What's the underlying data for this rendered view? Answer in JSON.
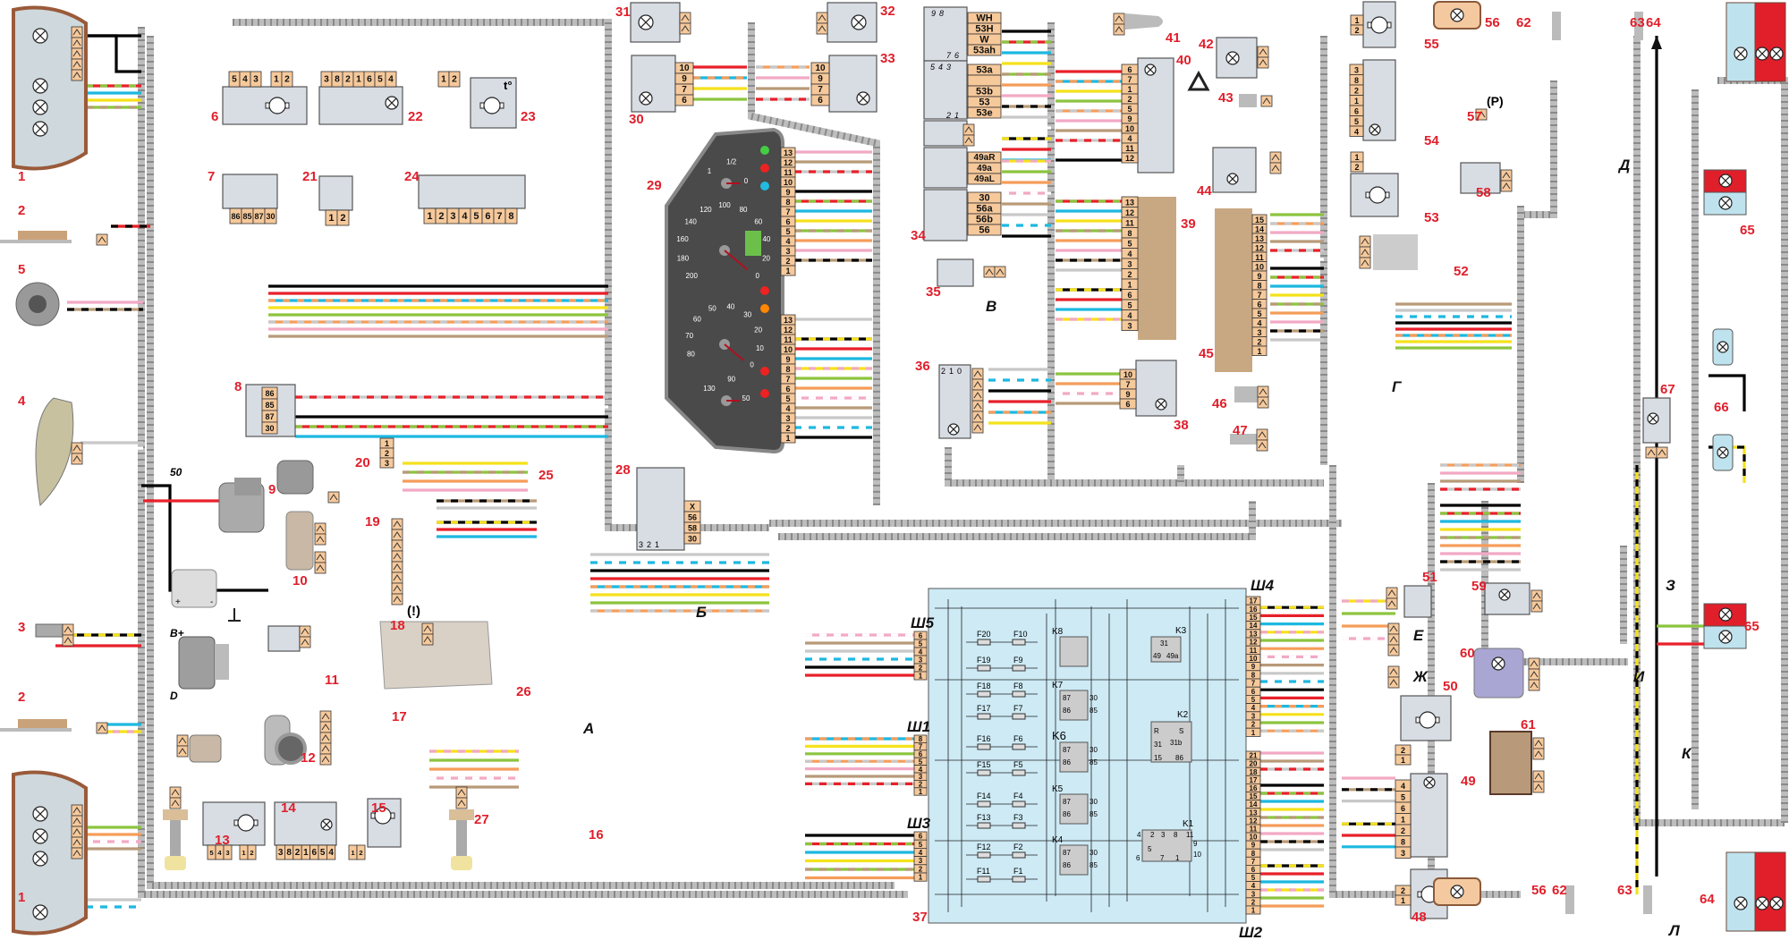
{
  "callouts": [
    "1",
    "2",
    "5",
    "4",
    "3",
    "2",
    "1",
    "6",
    "22",
    "23",
    "7",
    "21",
    "24",
    "8",
    "9",
    "10",
    "11",
    "12",
    "13",
    "14",
    "15",
    "27",
    "16",
    "17",
    "18",
    "19",
    "20",
    "25",
    "26",
    "28",
    "29",
    "30",
    "31",
    "32",
    "33",
    "34",
    "35",
    "36",
    "37",
    "38",
    "39",
    "40",
    "41",
    "42",
    "43",
    "44",
    "45",
    "46",
    "47",
    "48",
    "49",
    "50",
    "51",
    "52",
    "53",
    "54",
    "55",
    "56",
    "56",
    "57",
    "58",
    "59",
    "60",
    "61",
    "62",
    "62",
    "63",
    "63",
    "64",
    "64",
    "65",
    "65",
    "66",
    "67"
  ],
  "letters": [
    "А",
    "Б",
    "В",
    "Г",
    "Д",
    "Е",
    "Ж",
    "З",
    "И",
    "К",
    "Л"
  ],
  "terminal_labels": {
    "starter_50": "50",
    "generator_bplus": "B+",
    "generator_d": "D",
    "regulator_plus": "+",
    "regulator_minus": "-",
    "thermo": "t°",
    "parking_brake": "(P)",
    "brake_fluid": "(!)"
  },
  "connectors": {
    "c6a": [
      "5",
      "4",
      "3"
    ],
    "c6b": [
      "1",
      "2"
    ],
    "c22": [
      "3",
      "8",
      "2",
      "1",
      "6",
      "5",
      "4"
    ],
    "c23": [
      "1",
      "2"
    ],
    "c7": [
      "86",
      "85",
      "87",
      "30"
    ],
    "c21": [
      "1",
      "2"
    ],
    "c24": [
      "1",
      "2",
      "3",
      "4",
      "5",
      "6",
      "7",
      "8"
    ],
    "c8": [
      "86",
      "85",
      "87",
      "30"
    ],
    "c25": [
      "1",
      "2",
      "3"
    ],
    "c14a": [
      "5",
      "4",
      "3"
    ],
    "c14b": [
      "1",
      "2"
    ],
    "c15": [
      "3",
      "8",
      "2",
      "1",
      "6",
      "5",
      "4"
    ],
    "c27": [
      "1",
      "2"
    ],
    "c28": [
      "X",
      "56",
      "58",
      "30"
    ],
    "c28_contacts": [
      "3",
      "2",
      "1"
    ],
    "c30": [
      "10",
      "9",
      "7",
      "6"
    ],
    "c33": [
      "10",
      "9",
      "7",
      "6"
    ],
    "c36_contacts": [
      "2",
      "1",
      "0"
    ],
    "c38": [
      "10",
      "7",
      "9",
      "6"
    ],
    "c39": [
      "13",
      "12",
      "11",
      "8",
      "5",
      "4",
      "3",
      "2",
      "1",
      "6",
      "5",
      "4",
      "3"
    ],
    "c40": [
      "6",
      "7",
      "1",
      "2",
      "5",
      "9",
      "10",
      "4",
      "11",
      "12"
    ],
    "c45": [
      "15",
      "14",
      "13",
      "12",
      "11",
      "10",
      "9",
      "8",
      "7",
      "6",
      "5",
      "4",
      "3",
      "2",
      "1"
    ],
    "c54": [
      "3",
      "8",
      "2",
      "1",
      "6",
      "5",
      "4"
    ],
    "c55": [
      "1",
      "2"
    ],
    "c53": [
      "1",
      "2"
    ],
    "c49": [
      "4",
      "5",
      "6",
      "1",
      "2",
      "8",
      "3"
    ],
    "c50": [
      "2",
      "1"
    ],
    "c48": [
      "2",
      "1"
    ]
  },
  "switch_34": {
    "washer_pins": [
      "WH",
      "53H",
      "W",
      "53ah"
    ],
    "wiper_pins": [
      "53a",
      "",
      "53b",
      "53",
      "53e"
    ],
    "turn_pins": [
      "49aR",
      "49a",
      "49aL"
    ],
    "light_pins": [
      "30",
      "56a",
      "56b",
      "56"
    ],
    "washer_contacts": [
      "9",
      "8",
      "7",
      "6"
    ],
    "wiper_contacts": [
      "5",
      "4",
      "3",
      "2",
      "1"
    ]
  },
  "cluster_29": {
    "speedo_ticks": [
      "0",
      "20",
      "40",
      "60",
      "80",
      "100",
      "120",
      "140",
      "160",
      "180",
      "200"
    ],
    "tach_ticks": [
      "0",
      "10",
      "20",
      "30",
      "40",
      "50",
      "60",
      "70",
      "80"
    ],
    "fuel_ticks": [
      "0",
      "1/2",
      "1"
    ],
    "temp_ticks": [
      "50",
      "90",
      "130"
    ],
    "pins_upper": [
      "13",
      "12",
      "11",
      "10",
      "9",
      "8",
      "7",
      "6",
      "5",
      "4",
      "3",
      "2",
      "1"
    ],
    "pins_lower": [
      "13",
      "12",
      "11",
      "10",
      "9",
      "8",
      "7",
      "6",
      "5",
      "4",
      "3",
      "2",
      "1"
    ]
  },
  "mounting_block_37": {
    "connector_names": [
      "Ш5",
      "Ш1",
      "Ш3",
      "Ш4",
      "Ш2"
    ],
    "sh5": [
      "6",
      "5",
      "4",
      "3",
      "2",
      "1"
    ],
    "sh1": [
      "8",
      "7",
      "6",
      "5",
      "4",
      "3",
      "2",
      "1"
    ],
    "sh3": [
      "6",
      "5",
      "4",
      "3",
      "2",
      "1"
    ],
    "sh4": [
      "17",
      "16",
      "15",
      "14",
      "13",
      "12",
      "11",
      "10",
      "9",
      "8",
      "7",
      "6",
      "5",
      "4",
      "3",
      "2",
      "1"
    ],
    "sh2": [
      "21",
      "20",
      "18",
      "17",
      "16",
      "15",
      "14",
      "13",
      "12",
      "11",
      "10",
      "9",
      "8",
      "7",
      "6",
      "5",
      "4",
      "3",
      "2",
      "1"
    ],
    "fuses_left": [
      "F20",
      "F19",
      "F18",
      "F17",
      "F16",
      "F15",
      "F14",
      "F13",
      "F12",
      "F11"
    ],
    "fuses_right": [
      "F10",
      "F9",
      "F8",
      "F7",
      "F6",
      "F5",
      "F4",
      "F3",
      "F2",
      "F1"
    ],
    "relays": [
      "K8",
      "K7",
      "K6",
      "K5",
      "K4"
    ],
    "relay_contacts": [
      "87",
      "86",
      "30",
      "85"
    ],
    "k3": {
      "name": "K3",
      "contacts": [
        "31",
        "49",
        "49a"
      ]
    },
    "k2": {
      "name": "K2",
      "contacts": [
        "R",
        "31",
        "15",
        "S",
        "31b",
        "86"
      ]
    },
    "k1": {
      "name": "K1",
      "contacts": [
        "4",
        "2",
        "3",
        "8",
        "11",
        "9",
        "10",
        "5",
        "6",
        "7",
        "1"
      ]
    }
  },
  "wire_colors": [
    "#000000",
    "#e8202a",
    "#1cb8e0",
    "#f5e11b",
    "#8cc43f",
    "#f59d5a",
    "#f2a9c4",
    "#b89a78",
    "#c8c8c8",
    "#ffffff"
  ],
  "colors": {
    "callout": "#e01f2b",
    "connector": "#f6c99b",
    "component": "#d8dde4",
    "mounting_block": "#cdeaf5",
    "cluster": "#4a4a4a",
    "harness": "#b5b5b5"
  }
}
